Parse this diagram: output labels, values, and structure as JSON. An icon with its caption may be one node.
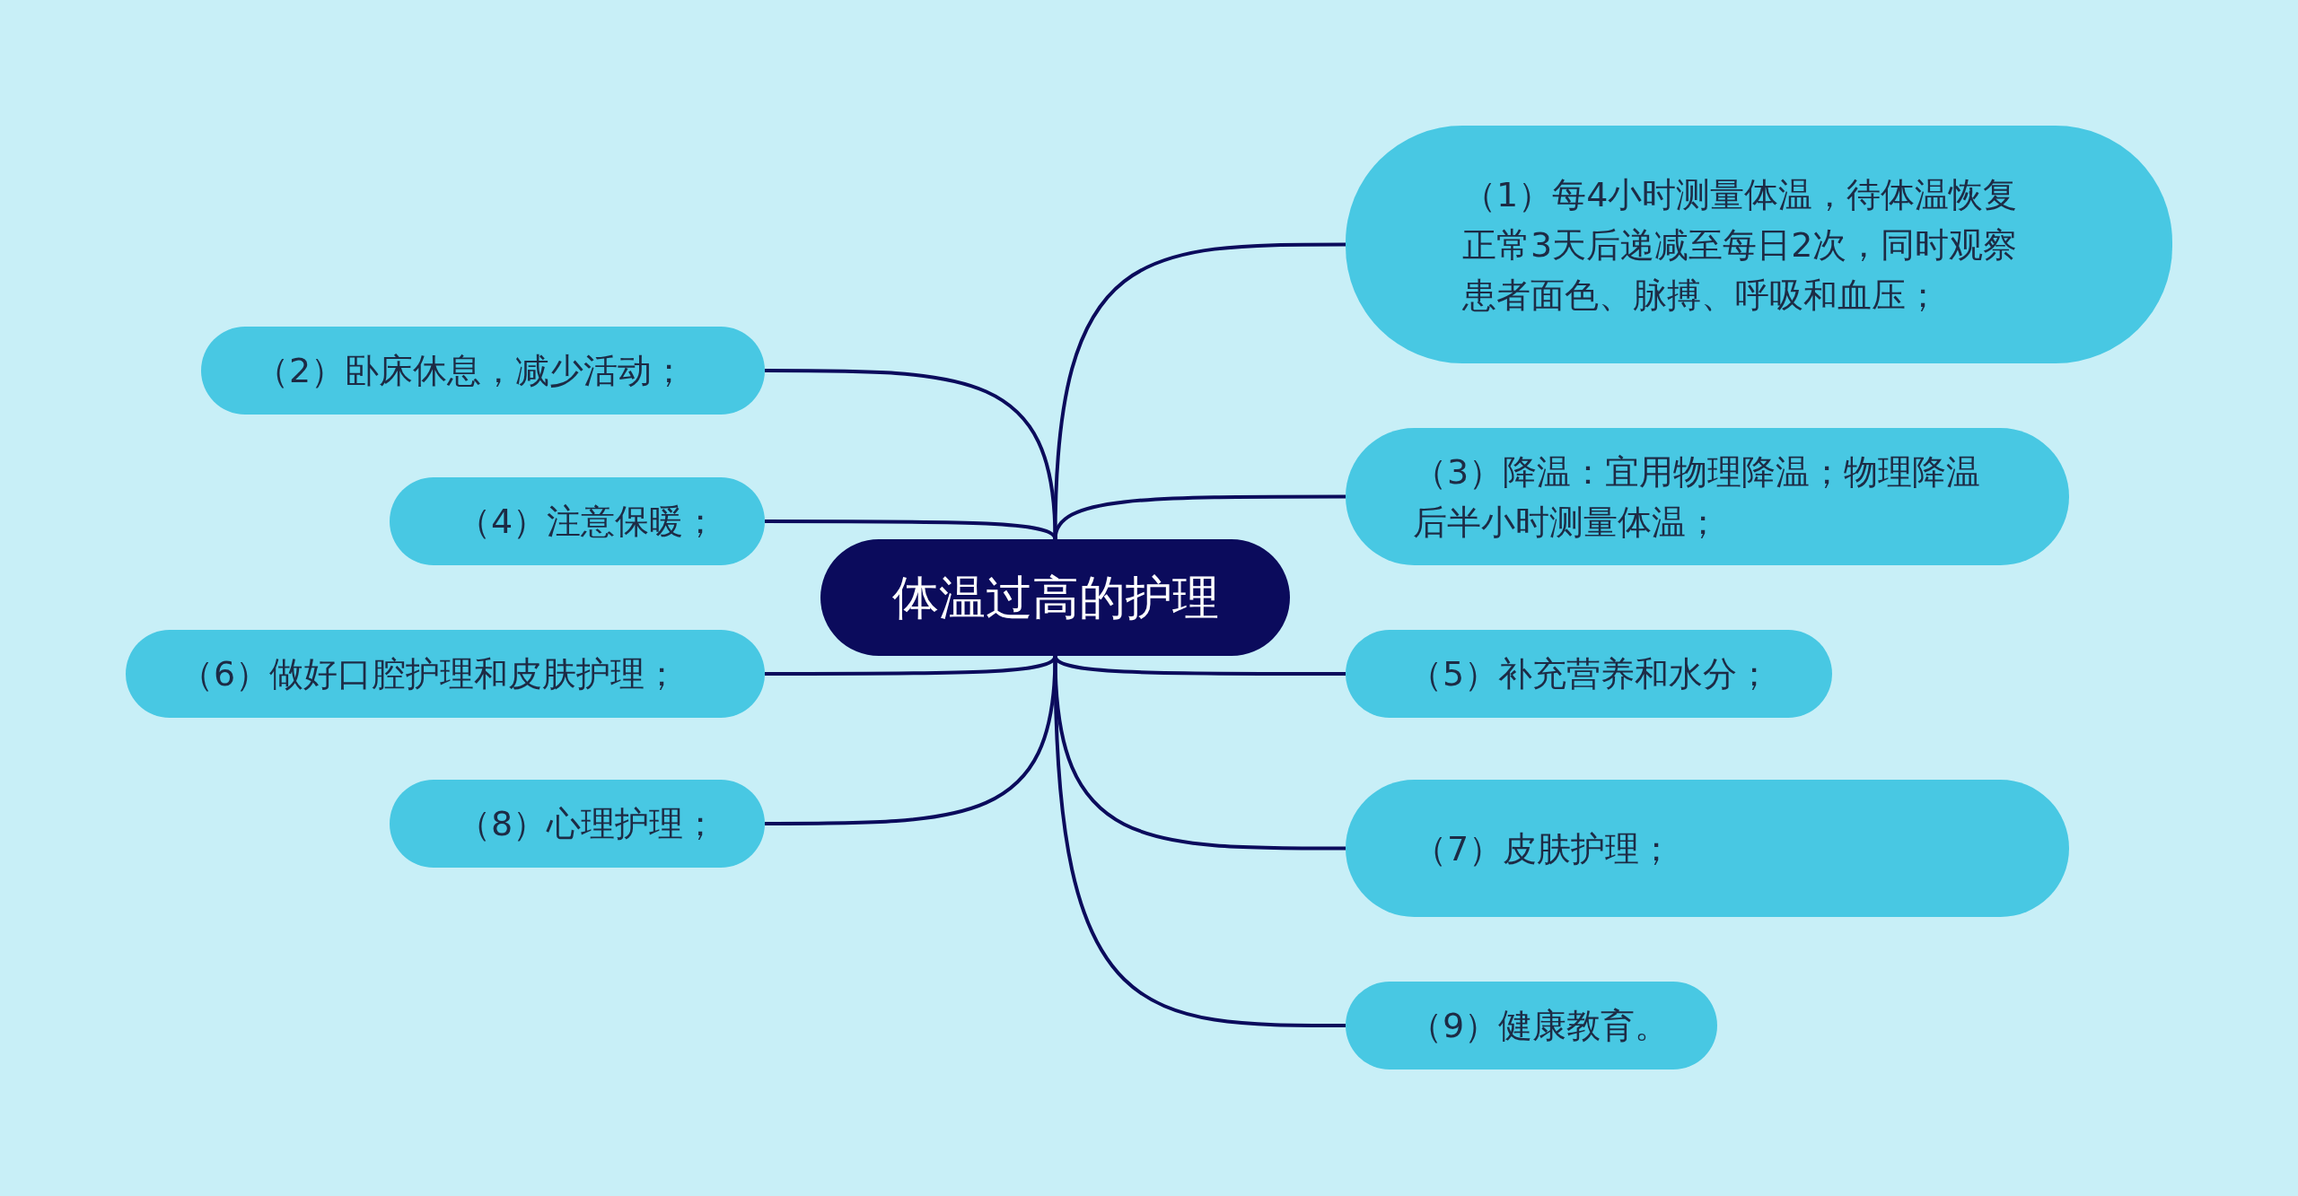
{
  "diagram": {
    "nodes": [
      {
        "text": [
          "体温过高的护理"
        ]
      },
      {
        "text": [
          "（1）每4小时测量体温，待体温恢复正常3天后递减至每日2次，同时观察患者面色、脉搏、呼吸和血压；"
        ]
      },
      {
        "text": [
          "（2）卧床休息，减少活动；"
        ]
      },
      {
        "text": [
          "（3）降温：宜用物理降温；物理降温后半小时测量体温；"
        ]
      },
      {
        "text": [
          "（4）注意保暖；"
        ]
      },
      {
        "text": [
          "（5）补充营养和水分；"
        ]
      },
      {
        "text": [
          "（6）做好口腔护理和皮肤护理；"
        ]
      },
      {
        "text": [
          "（7）皮肤护理；"
        ]
      },
      {
        "text": [
          "（8）心理护理；"
        ]
      },
      {
        "text": [
          "（9）健康教育。"
        ]
      }
    ],
    "edges": [
      {
        "from": 0,
        "to": 1,
        "arrow": "none"
      },
      {
        "from": 0,
        "to": 2,
        "arrow": "none"
      },
      {
        "from": 0,
        "to": 3,
        "arrow": "none"
      },
      {
        "from": 0,
        "to": 4,
        "arrow": "none"
      },
      {
        "from": 0,
        "to": 5,
        "arrow": "none"
      },
      {
        "from": 0,
        "to": 6,
        "arrow": "none"
      },
      {
        "from": 0,
        "to": 7,
        "arrow": "none"
      },
      {
        "from": 0,
        "to": 8,
        "arrow": "none"
      },
      {
        "from": 0,
        "to": 9,
        "arrow": "none"
      }
    ]
  }
}
